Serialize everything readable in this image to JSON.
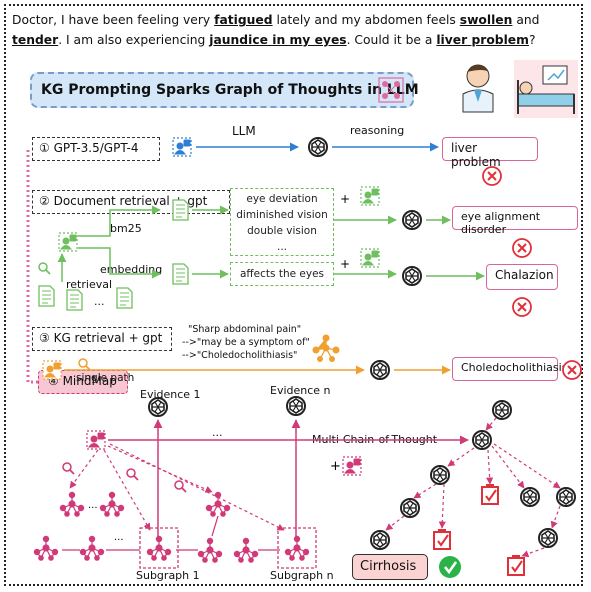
{
  "question": {
    "p1": "Doctor, I have been feeling very ",
    "k1": "fatigued",
    "p2": " lately and my abdomen feels ",
    "k2": "swollen",
    "p3": " and ",
    "k3": "tender",
    "p4": ". I am also experiencing ",
    "k4": "jaundice in my eyes",
    "p5": ". Could it be a ",
    "k5": "liver problem",
    "p6": "?"
  },
  "title": "KG Prompting Sparks Graph of Thoughts in LLM",
  "row1": {
    "step": "① GPT-3.5/GPT-4",
    "llm": "LLM",
    "reasoning": "reasoning",
    "answer": "liver problem"
  },
  "row2": {
    "step": "② Document retrieval + gpt",
    "bm25": "bm25",
    "embedding": "embedding",
    "retrieval": "retrieval",
    "ellipsis": "...",
    "doc_lines": [
      "eye deviation",
      "diminished vision",
      "double vision",
      "..."
    ],
    "doc2": "affects the eyes",
    "answer1": "eye alignment disorder",
    "answer2": "Chalazion"
  },
  "row3": {
    "step": "③ KG retrieval + gpt",
    "path": [
      "\"Sharp abdominal pain\"",
      "-->\"may be a symptom of\"",
      "-->\"Choledocholithiasis\""
    ],
    "single": "single path",
    "answer": "Choledocholithiasis"
  },
  "row4": {
    "step": "④ MindMap",
    "evidence1": "Evidence 1",
    "evidencen": "Evidence n",
    "ellipsis": "...",
    "mcot": "Multi-Chain-of-Thought",
    "subgraph1": "Subgraph 1",
    "subgraphn": "Subgraph n",
    "answer": "Cirrhosis"
  },
  "colors": {
    "blue": "#2d7fd6",
    "green": "#6fbf5f",
    "orange": "#f0a030",
    "pink": "#d03a78",
    "red": "#e0303a",
    "check": "#2bb34a"
  }
}
